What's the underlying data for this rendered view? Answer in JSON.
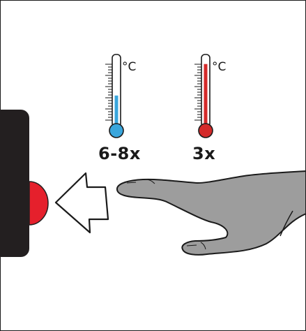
{
  "thermometers": [
    {
      "unit": "°C",
      "multiplier": "6-8x",
      "level": 0.45,
      "fluid_color": "#3aa6dc"
    },
    {
      "unit": "°C",
      "multiplier": "3x",
      "level": 0.92,
      "fluid_color": "#d42a2a"
    }
  ],
  "colors": {
    "outline": "#1a1a1a",
    "device_body": "#231f20",
    "button": "#e5202c",
    "hand_fill": "#9d9d9d",
    "arrow_fill": "#ffffff"
  },
  "icons": {
    "device": "push-button-device",
    "button": "round-button",
    "arrow": "left-arrow",
    "hand": "pointing-hand"
  }
}
